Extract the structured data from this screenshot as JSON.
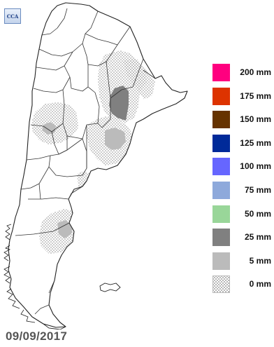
{
  "logo": {
    "text": "CCA"
  },
  "date": "09/09/2017",
  "legend": [
    {
      "label": "200 mm",
      "color": "#ff007f"
    },
    {
      "label": "175 mm",
      "color": "#dd3300"
    },
    {
      "label": "150 mm",
      "color": "#663300"
    },
    {
      "label": "125 mm",
      "color": "#002a99"
    },
    {
      "label": "100 mm",
      "color": "#6666ff"
    },
    {
      "label": "75 mm",
      "color": "#8ea9db"
    },
    {
      "label": "50 mm",
      "color": "#99d699"
    },
    {
      "label": "25 mm",
      "color": "#808080"
    },
    {
      "label": "5 mm",
      "color": "#bbbbbb"
    },
    {
      "label": "0 mm",
      "color": "dotted"
    }
  ]
}
